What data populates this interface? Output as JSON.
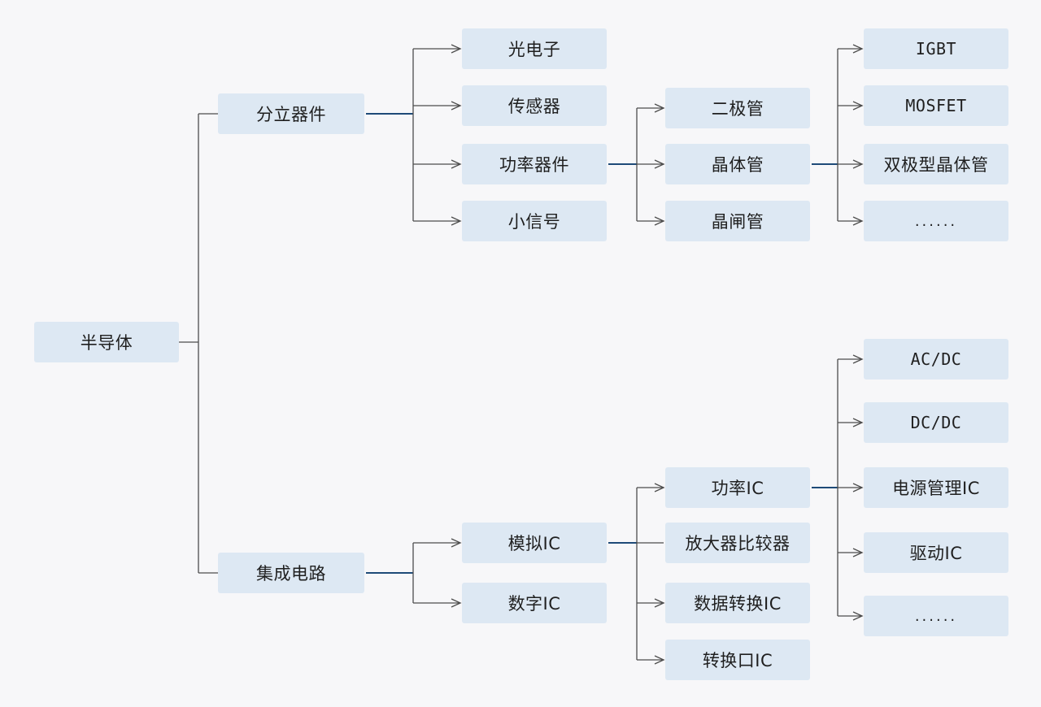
{
  "nodes": {
    "root": "半导体",
    "discrete": "分立器件",
    "ic": "集成电路",
    "optoelectronics": "光电子",
    "sensor": "传感器",
    "power_device": "功率器件",
    "small_signal": "小信号",
    "diode": "二极管",
    "transistor": "晶体管",
    "thyristor": "晶闸管",
    "igbt": "IGBT",
    "mosfet": "MOSFET",
    "bjt": "双极型晶体管",
    "transistor_more": "......",
    "analog_ic": "模拟IC",
    "digital_ic": "数字IC",
    "power_ic": "功率IC",
    "amp_comparator": "放大器比较器",
    "data_converter": "数据转换IC",
    "interface_ic": "转换口IC",
    "acdc": "AC/DC",
    "dcdc": "DC/DC",
    "pmic": "电源管理IC",
    "driver_ic": "驱动IC",
    "power_more": "......"
  },
  "colors": {
    "node_fill": "#dde8f3",
    "line": "#4d4d4d",
    "highlight_line": "#1e4a78"
  }
}
